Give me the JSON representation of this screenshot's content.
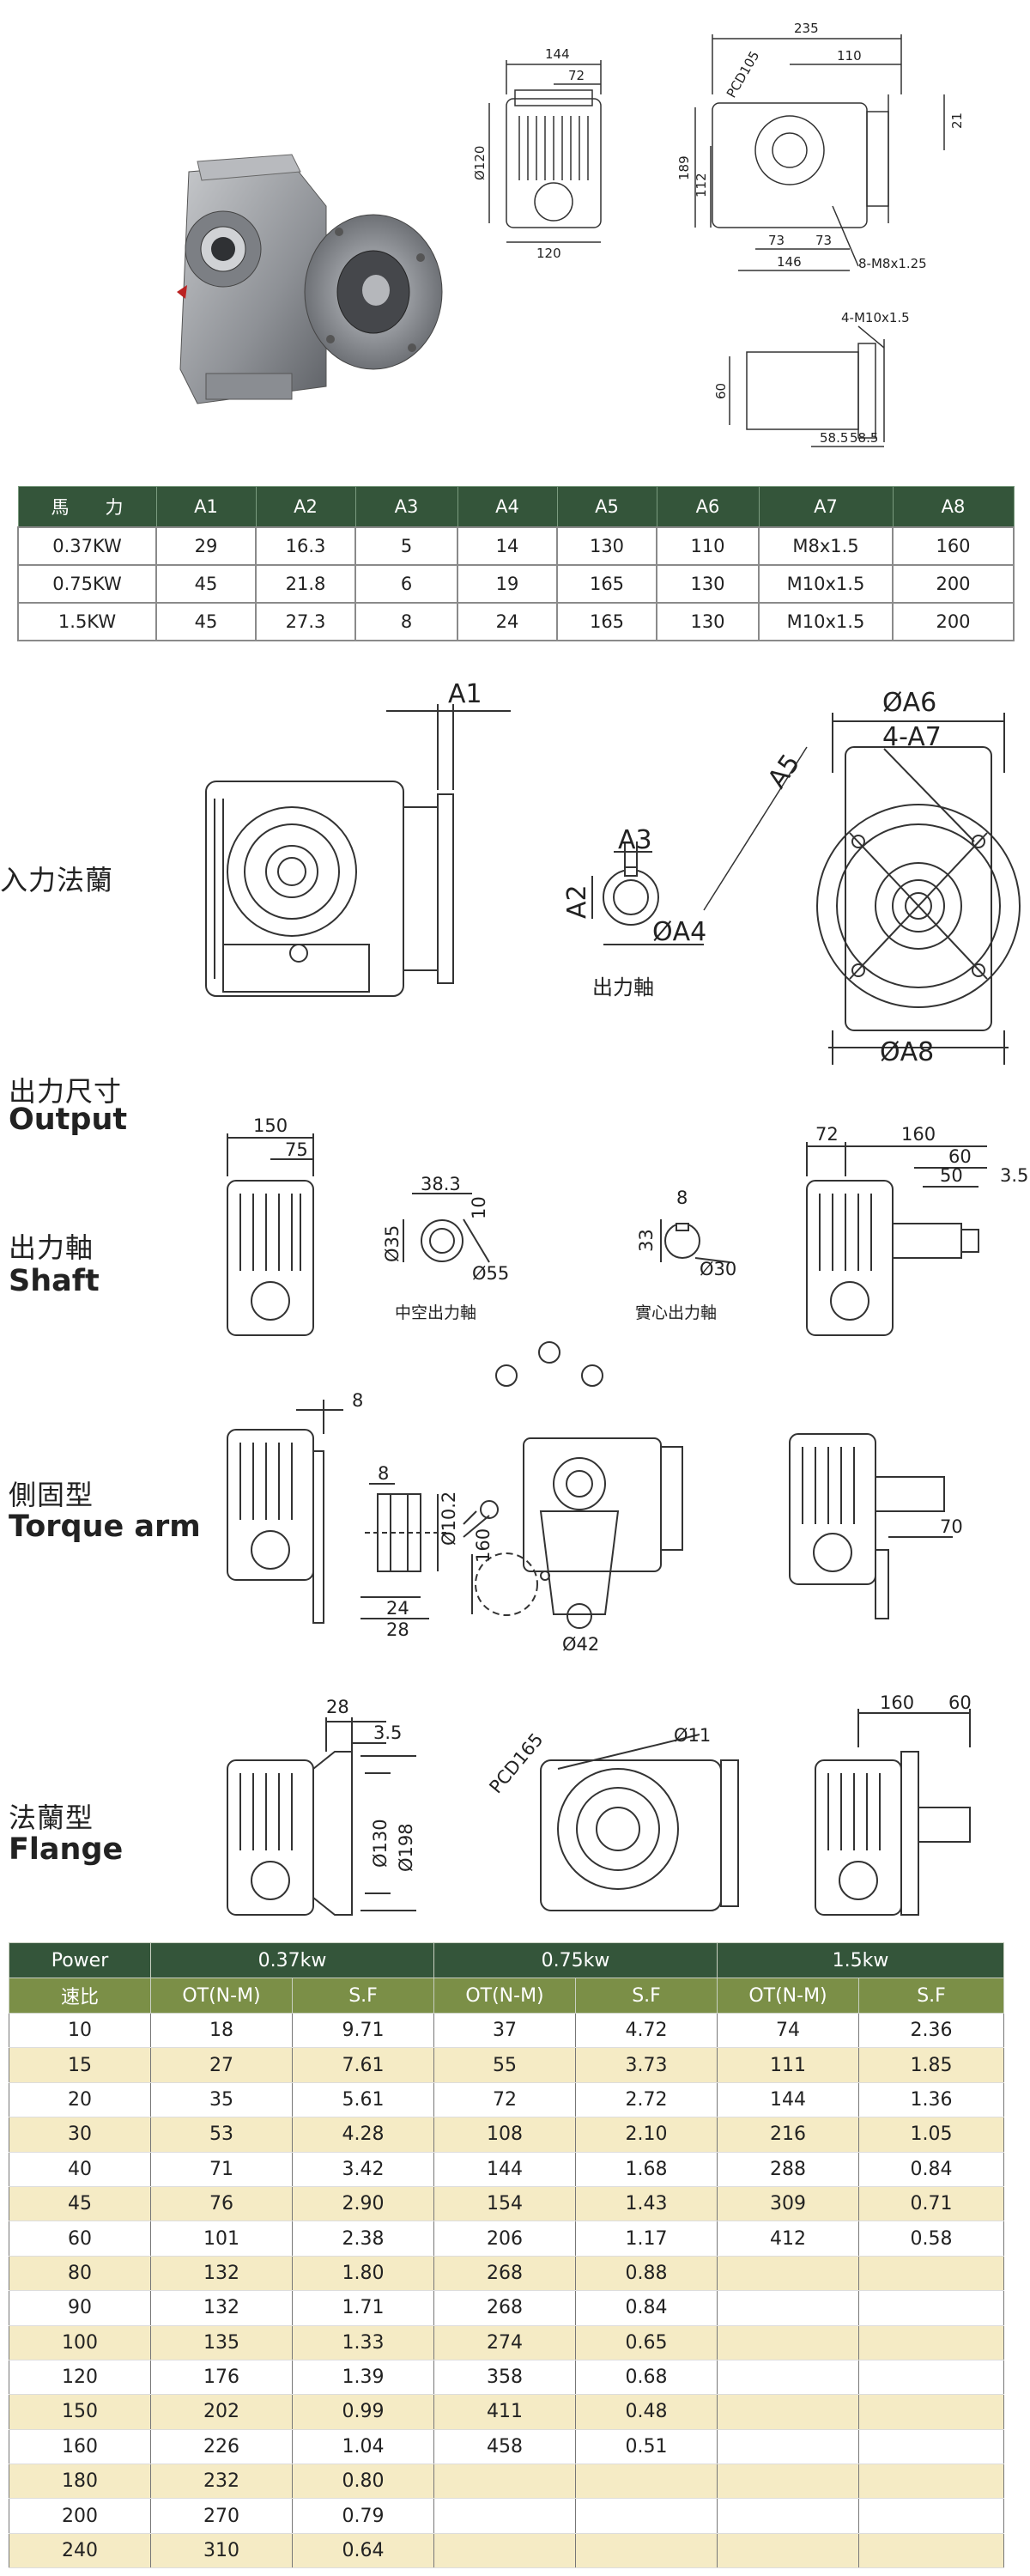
{
  "top_drawing": {
    "dims": {
      "d144": "144",
      "d72": "72",
      "d120a": "Ø120",
      "d120b": "120",
      "d235": "235",
      "d110": "110",
      "pcd105": "PCD105",
      "d21": "21",
      "d189": "189",
      "d112": "112",
      "d73a": "73",
      "d73b": "73",
      "d146": "146",
      "m8": "8-M8x1.25",
      "m10": "4-M10x1.5",
      "d60": "60",
      "d58": "58.5",
      "d585": "58.5"
    }
  },
  "spec_table": {
    "headers": [
      "馬　　力",
      "A1",
      "A2",
      "A3",
      "A4",
      "A5",
      "A6",
      "A7",
      "A8"
    ],
    "rows": [
      [
        "0.37KW",
        "29",
        "16.3",
        "5",
        "14",
        "130",
        "110",
        "M8x1.5",
        "160"
      ],
      [
        "0.75KW",
        "45",
        "21.8",
        "6",
        "19",
        "165",
        "130",
        "M10x1.5",
        "200"
      ],
      [
        "1.5KW",
        "45",
        "27.3",
        "8",
        "24",
        "165",
        "130",
        "M10x1.5",
        "200"
      ]
    ]
  },
  "input_flange": {
    "label": "入力法蘭",
    "dims": {
      "a1": "A1",
      "a2": "A2",
      "a3": "A3",
      "a4": "ØA4",
      "a5": "A5",
      "a6": "ØA6",
      "a7": "4-A7",
      "a8": "ØA8"
    },
    "shaft_caption": "出力軸"
  },
  "output_section": {
    "label_cn": "出力尺寸",
    "label_en": "Output"
  },
  "shaft_section": {
    "label_cn": "出力軸",
    "label_en": "Shaft",
    "dims": {
      "d150": "150",
      "d75": "75",
      "d383": "38.3",
      "d10": "10",
      "d35": "Ø35",
      "d55": "Ø55",
      "d8": "8",
      "d33": "33",
      "d30": "Ø30",
      "d72": "72",
      "d160": "160",
      "d60": "60",
      "d50": "50",
      "d35b": "3.5"
    },
    "hollow_caption": "中空出力軸",
    "solid_caption": "實心出力軸"
  },
  "torque_section": {
    "label_cn": "側固型",
    "label_en": "Torque arm",
    "dims": {
      "d8a": "8",
      "d8b": "8",
      "d102": "Ø10.2",
      "d24": "24",
      "d28": "28",
      "d160": "160",
      "d42": "Ø42",
      "d70": "70"
    }
  },
  "flange_section": {
    "label_cn": "法蘭型",
    "label_en": "Flange",
    "dims": {
      "d28": "28",
      "d35": "3.5",
      "d130": "Ø130",
      "d198": "Ø198",
      "pcd165": "PCD165",
      "d11": "Ø11",
      "d160": "160",
      "d60": "60"
    }
  },
  "perf_table": {
    "header1": [
      "Power",
      "0.37kw",
      "0.75kw",
      "1.5kw"
    ],
    "header2": [
      "速比",
      "OT(N-M)",
      "S.F",
      "OT(N-M)",
      "S.F",
      "OT(N-M)",
      "S.F"
    ],
    "rows": [
      [
        "10",
        "18",
        "9.71",
        "37",
        "4.72",
        "74",
        "2.36"
      ],
      [
        "15",
        "27",
        "7.61",
        "55",
        "3.73",
        "111",
        "1.85"
      ],
      [
        "20",
        "35",
        "5.61",
        "72",
        "2.72",
        "144",
        "1.36"
      ],
      [
        "30",
        "53",
        "4.28",
        "108",
        "2.10",
        "216",
        "1.05"
      ],
      [
        "40",
        "71",
        "3.42",
        "144",
        "1.68",
        "288",
        "0.84"
      ],
      [
        "45",
        "76",
        "2.90",
        "154",
        "1.43",
        "309",
        "0.71"
      ],
      [
        "60",
        "101",
        "2.38",
        "206",
        "1.17",
        "412",
        "0.58"
      ],
      [
        "80",
        "132",
        "1.80",
        "268",
        "0.88",
        "",
        ""
      ],
      [
        "90",
        "132",
        "1.71",
        "268",
        "0.84",
        "",
        ""
      ],
      [
        "100",
        "135",
        "1.33",
        "274",
        "0.65",
        "",
        ""
      ],
      [
        "120",
        "176",
        "1.39",
        "358",
        "0.68",
        "",
        ""
      ],
      [
        "150",
        "202",
        "0.99",
        "411",
        "0.48",
        "",
        ""
      ],
      [
        "160",
        "226",
        "1.04",
        "458",
        "0.51",
        "",
        ""
      ],
      [
        "180",
        "232",
        "0.80",
        "",
        "",
        "",
        ""
      ],
      [
        "200",
        "270",
        "0.79",
        "",
        "",
        "",
        ""
      ],
      [
        "240",
        "310",
        "0.64",
        "",
        "",
        "",
        ""
      ]
    ]
  }
}
